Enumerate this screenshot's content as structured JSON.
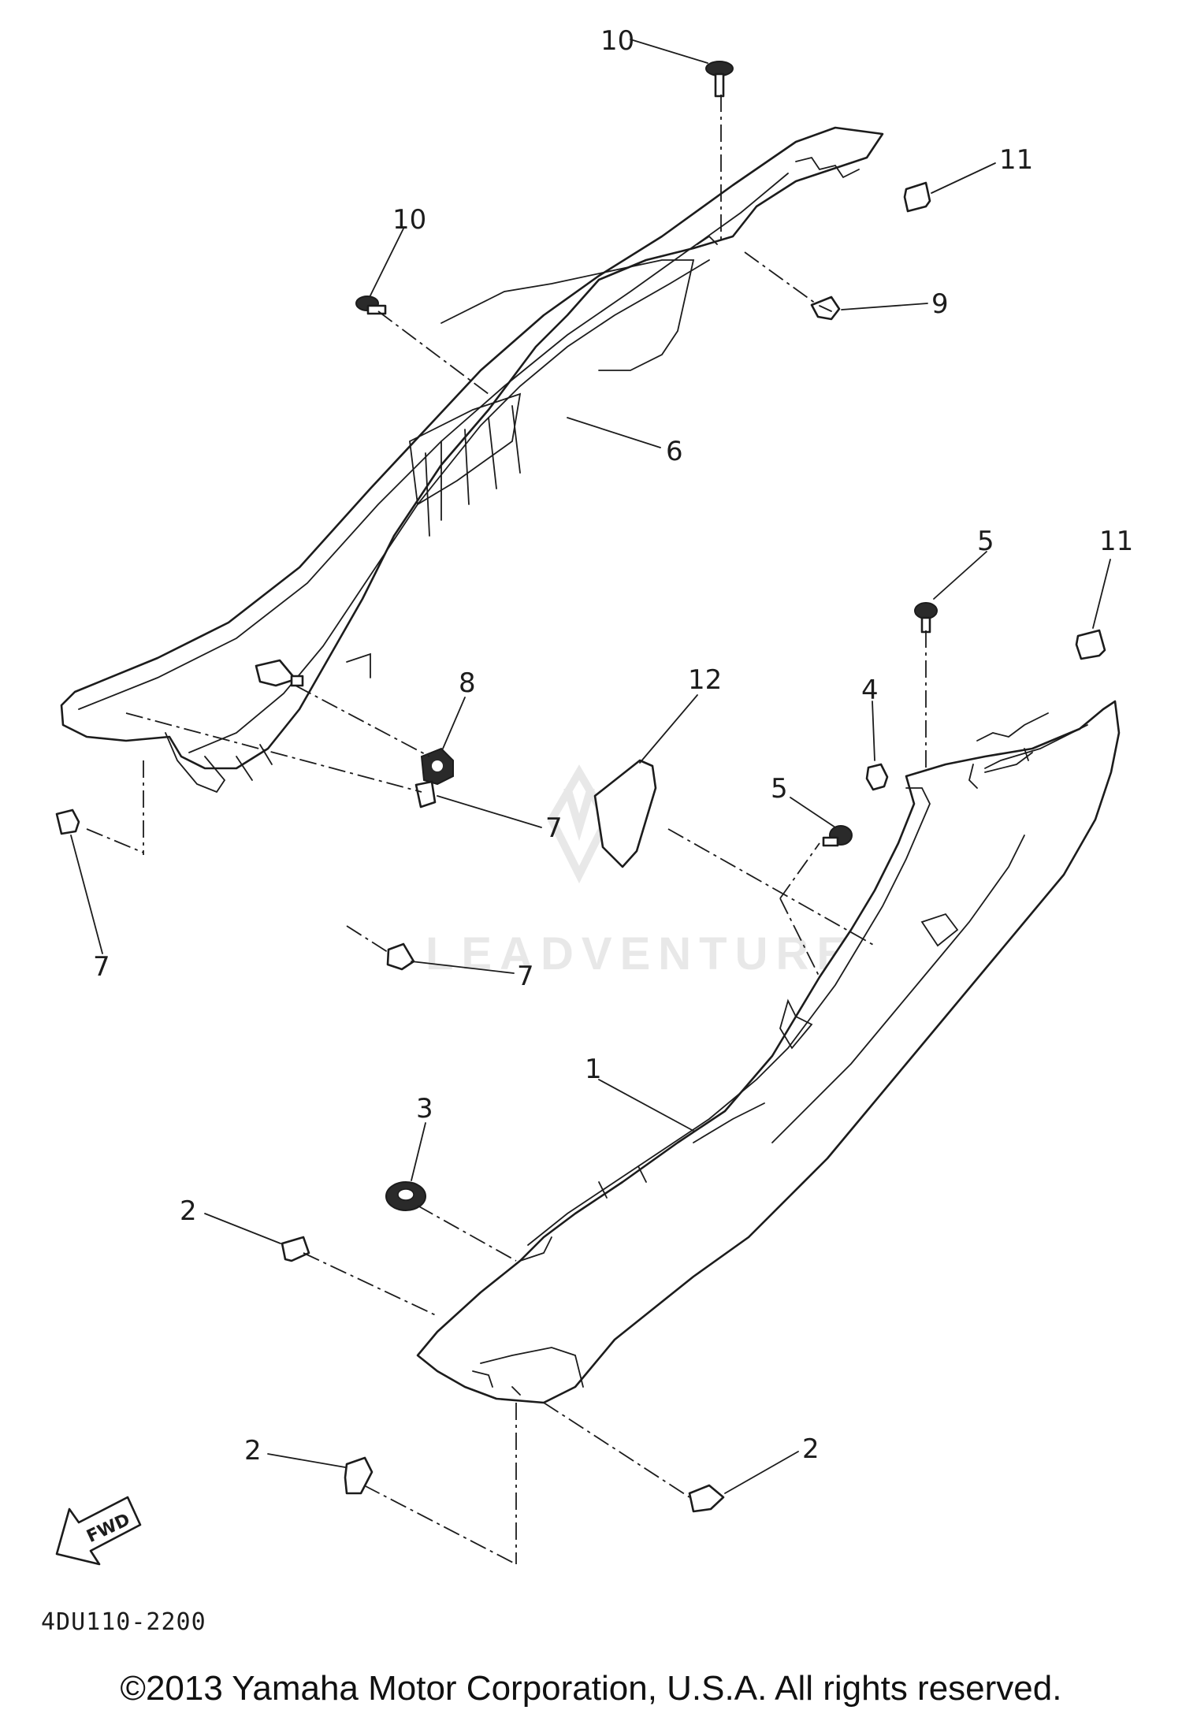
{
  "diagram": {
    "callouts": {
      "c10_top": "10",
      "c10_left": "10",
      "c11_top": "11",
      "c11_right": "11",
      "c9": "9",
      "c6": "6",
      "c5_top": "5",
      "c5_mid": "5",
      "c4": "4",
      "c12": "12",
      "c8": "8",
      "c7_a": "7",
      "c7_b": "7",
      "c7_c": "7",
      "c1": "1",
      "c3": "3",
      "c2_a": "2",
      "c2_b": "2",
      "c2_c": "2"
    },
    "fwd_label": "FWD",
    "diagram_code": "4DU110-2200",
    "watermark": "LEADVENTURE"
  },
  "footer": {
    "copyright": "©2013 Yamaha Motor Corporation, U.S.A. All rights reserved."
  },
  "colors": {
    "ink": "#1c1c1c",
    "background": "#ffffff",
    "watermark": "#e6e6e6"
  }
}
